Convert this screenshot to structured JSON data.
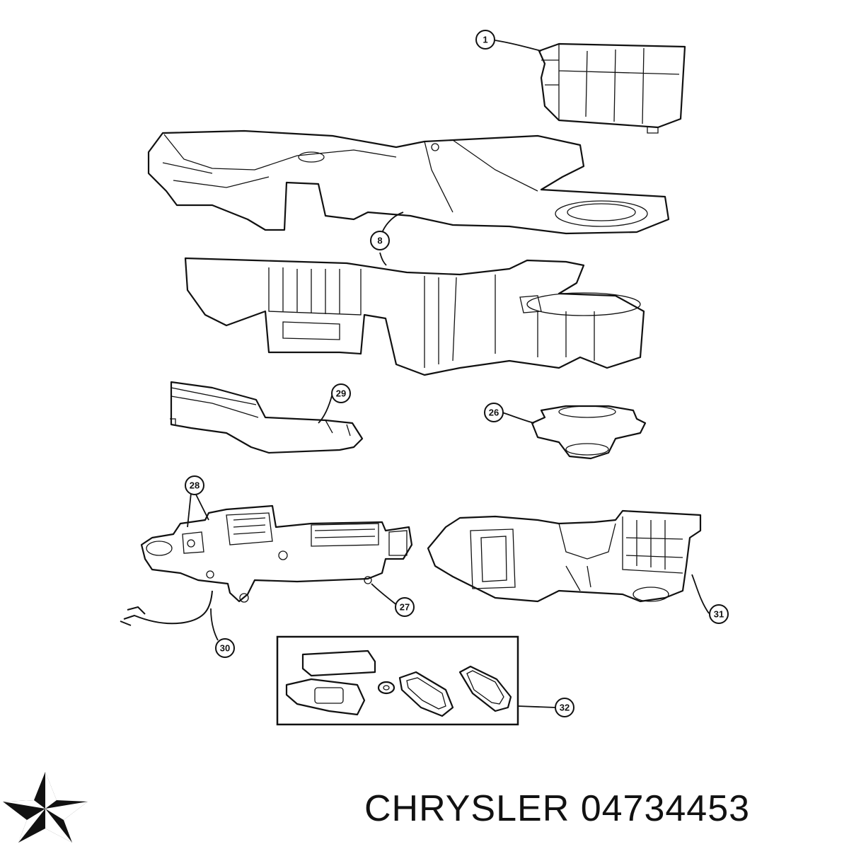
{
  "callouts": {
    "c1": "1",
    "c8": "8",
    "c29": "29",
    "c26": "26",
    "c28": "28",
    "c27": "27",
    "c30": "30",
    "c31": "31",
    "c32": "32"
  },
  "brand": {
    "label": "CHRYSLER 04734453"
  },
  "logo": {
    "icon": "chrysler-pentastar-icon",
    "color": "#111111"
  }
}
